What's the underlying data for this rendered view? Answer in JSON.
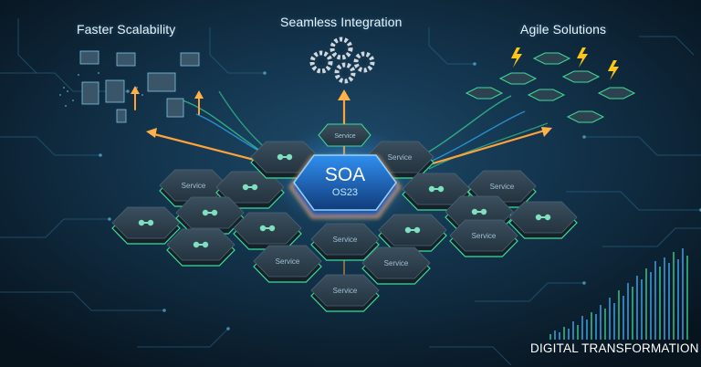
{
  "headings": {
    "left": "Faster Scalability",
    "center": "Seamless Integration",
    "right": "Agile Solutions"
  },
  "hub": {
    "title": "SOA",
    "subtitle": "OS23",
    "top_tile_label": "Service"
  },
  "tiles": [
    {
      "label": "Service",
      "icon": null
    },
    {
      "label": "",
      "icon": "chain-icon"
    },
    {
      "label": "",
      "icon": "gears-icon"
    },
    {
      "label": "Service",
      "icon": null
    },
    {
      "label": "",
      "icon": "api-icon"
    },
    {
      "label": "Service",
      "icon": null
    },
    {
      "label": "",
      "icon": "link-icon"
    },
    {
      "label": "",
      "icon": "cloud-icon"
    },
    {
      "label": "",
      "icon": "building-icon"
    },
    {
      "label": "",
      "icon": "gears-icon"
    },
    {
      "label": "Service",
      "icon": null
    },
    {
      "label": "",
      "icon": "network-icon"
    },
    {
      "label": "",
      "icon": "cloud-icon"
    },
    {
      "label": "Service",
      "icon": null
    },
    {
      "label": "",
      "icon": "dashboard-icon"
    },
    {
      "label": "Service",
      "icon": null
    },
    {
      "label": "Service",
      "icon": null
    },
    {
      "label": "Service",
      "icon": null
    },
    {
      "label": "Service",
      "icon": null
    },
    {
      "label": "",
      "icon": "flow-icon"
    }
  ],
  "footer": {
    "label": "DIGITAL TRANSFORMATION"
  },
  "colors": {
    "background": "#0a1a26",
    "glow": "#3fa9ff",
    "arrow": "#ffa23a",
    "tile_edge": "#3ddc97",
    "bolt": "#ffc61a"
  }
}
